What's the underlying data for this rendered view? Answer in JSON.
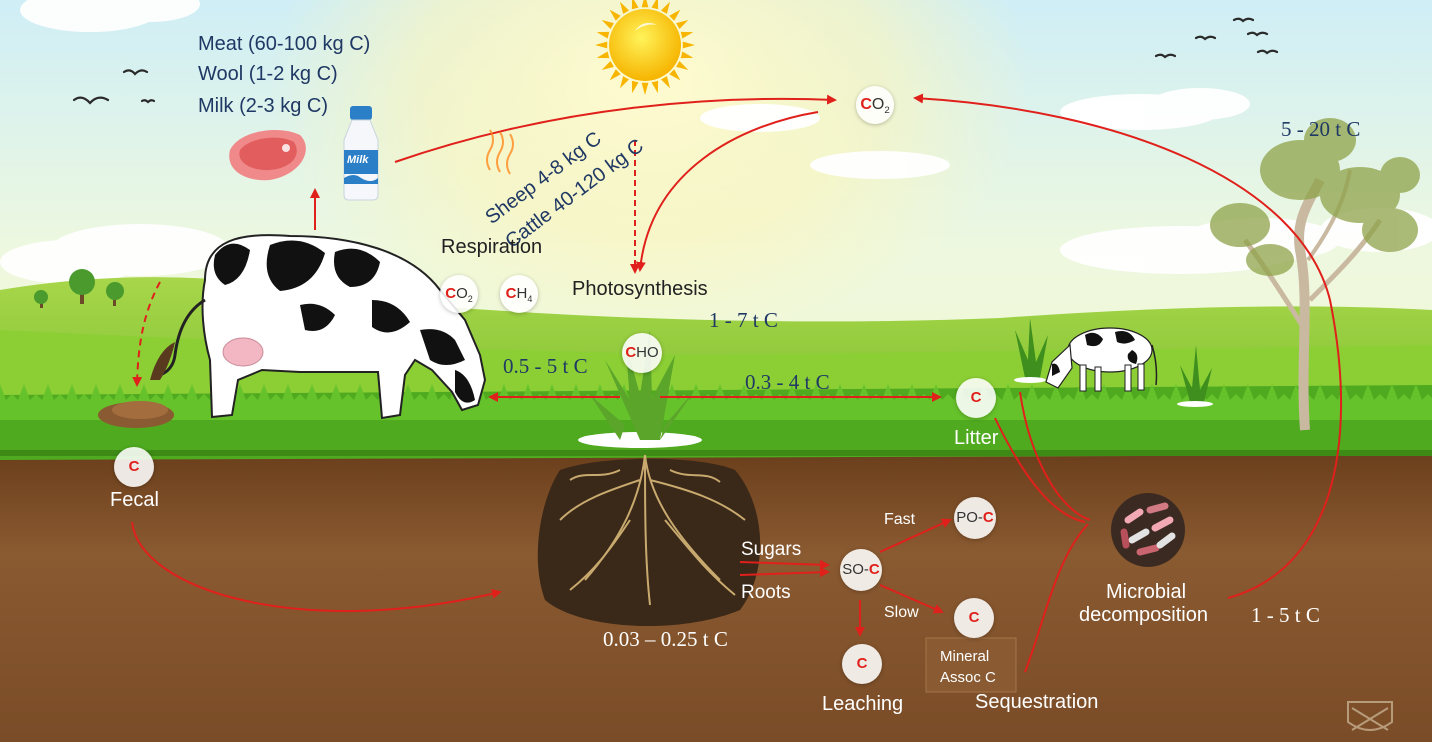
{
  "products": {
    "meat": "Meat (60-100 kg C)",
    "wool": "Wool (1-2 kg C)",
    "milk": "Milk (2-3 kg C)",
    "milk_bottle": "Milk"
  },
  "emissions": {
    "sheep": "Sheep 4-8 kg C",
    "cattle": "Cattle 40-120 kg C"
  },
  "processes": {
    "respiration": "Respiration",
    "photosynthesis": "Photosynthesis",
    "fecal": "Fecal",
    "litter": "Litter",
    "sugars": "Sugars",
    "roots": "Roots",
    "fast": "Fast",
    "slow": "Slow",
    "leaching": "Leaching",
    "sequestration": "Sequestration",
    "microbial": [
      "Microbial",
      "decomposition"
    ],
    "mineral": [
      "Mineral",
      "Assoc C"
    ]
  },
  "quantities": {
    "tree": "5 - 20 t C",
    "photosynthesis": "1 - 7 t C",
    "grazing": "0.5 - 5 t C",
    "litter": "0.3 - 4 t C",
    "roots": "0.03 – 0.25 t C",
    "decomposition": "1 - 5 t C"
  },
  "pools": {
    "co2_sky": {
      "c": "C",
      "rest": "O",
      "sub": "2"
    },
    "co2_cow": {
      "c": "C",
      "rest": "O",
      "sub": "2"
    },
    "ch4": {
      "c": "C",
      "rest": "H",
      "sub": "4"
    },
    "cho": {
      "c": "C",
      "rest": "HO"
    },
    "litter_c": {
      "c": "C"
    },
    "fecal_c": {
      "c": "C"
    },
    "so_c": {
      "pre": "SO-",
      "c": "C"
    },
    "po_c": {
      "pre": "PO-",
      "c": "C"
    },
    "mineral_c": {
      "c": "C"
    },
    "leach_c": {
      "c": "C"
    }
  },
  "colors": {
    "sky_top": "#d6f0f7",
    "sun_glow": "#fff8b0",
    "grass": "#5cb82a",
    "soil": "#7a4a24",
    "arrow_red": "#e0201b",
    "text_navy": "#1f3864",
    "carbon_red": "#e0201b"
  },
  "icons": [
    "sun-icon",
    "cow-icon",
    "meat-icon",
    "milk-bottle-icon",
    "plant-icon",
    "tree-icon",
    "microbe-icon",
    "bird-icon",
    "dung-icon",
    "roots-icon",
    "university-crest-icon"
  ]
}
